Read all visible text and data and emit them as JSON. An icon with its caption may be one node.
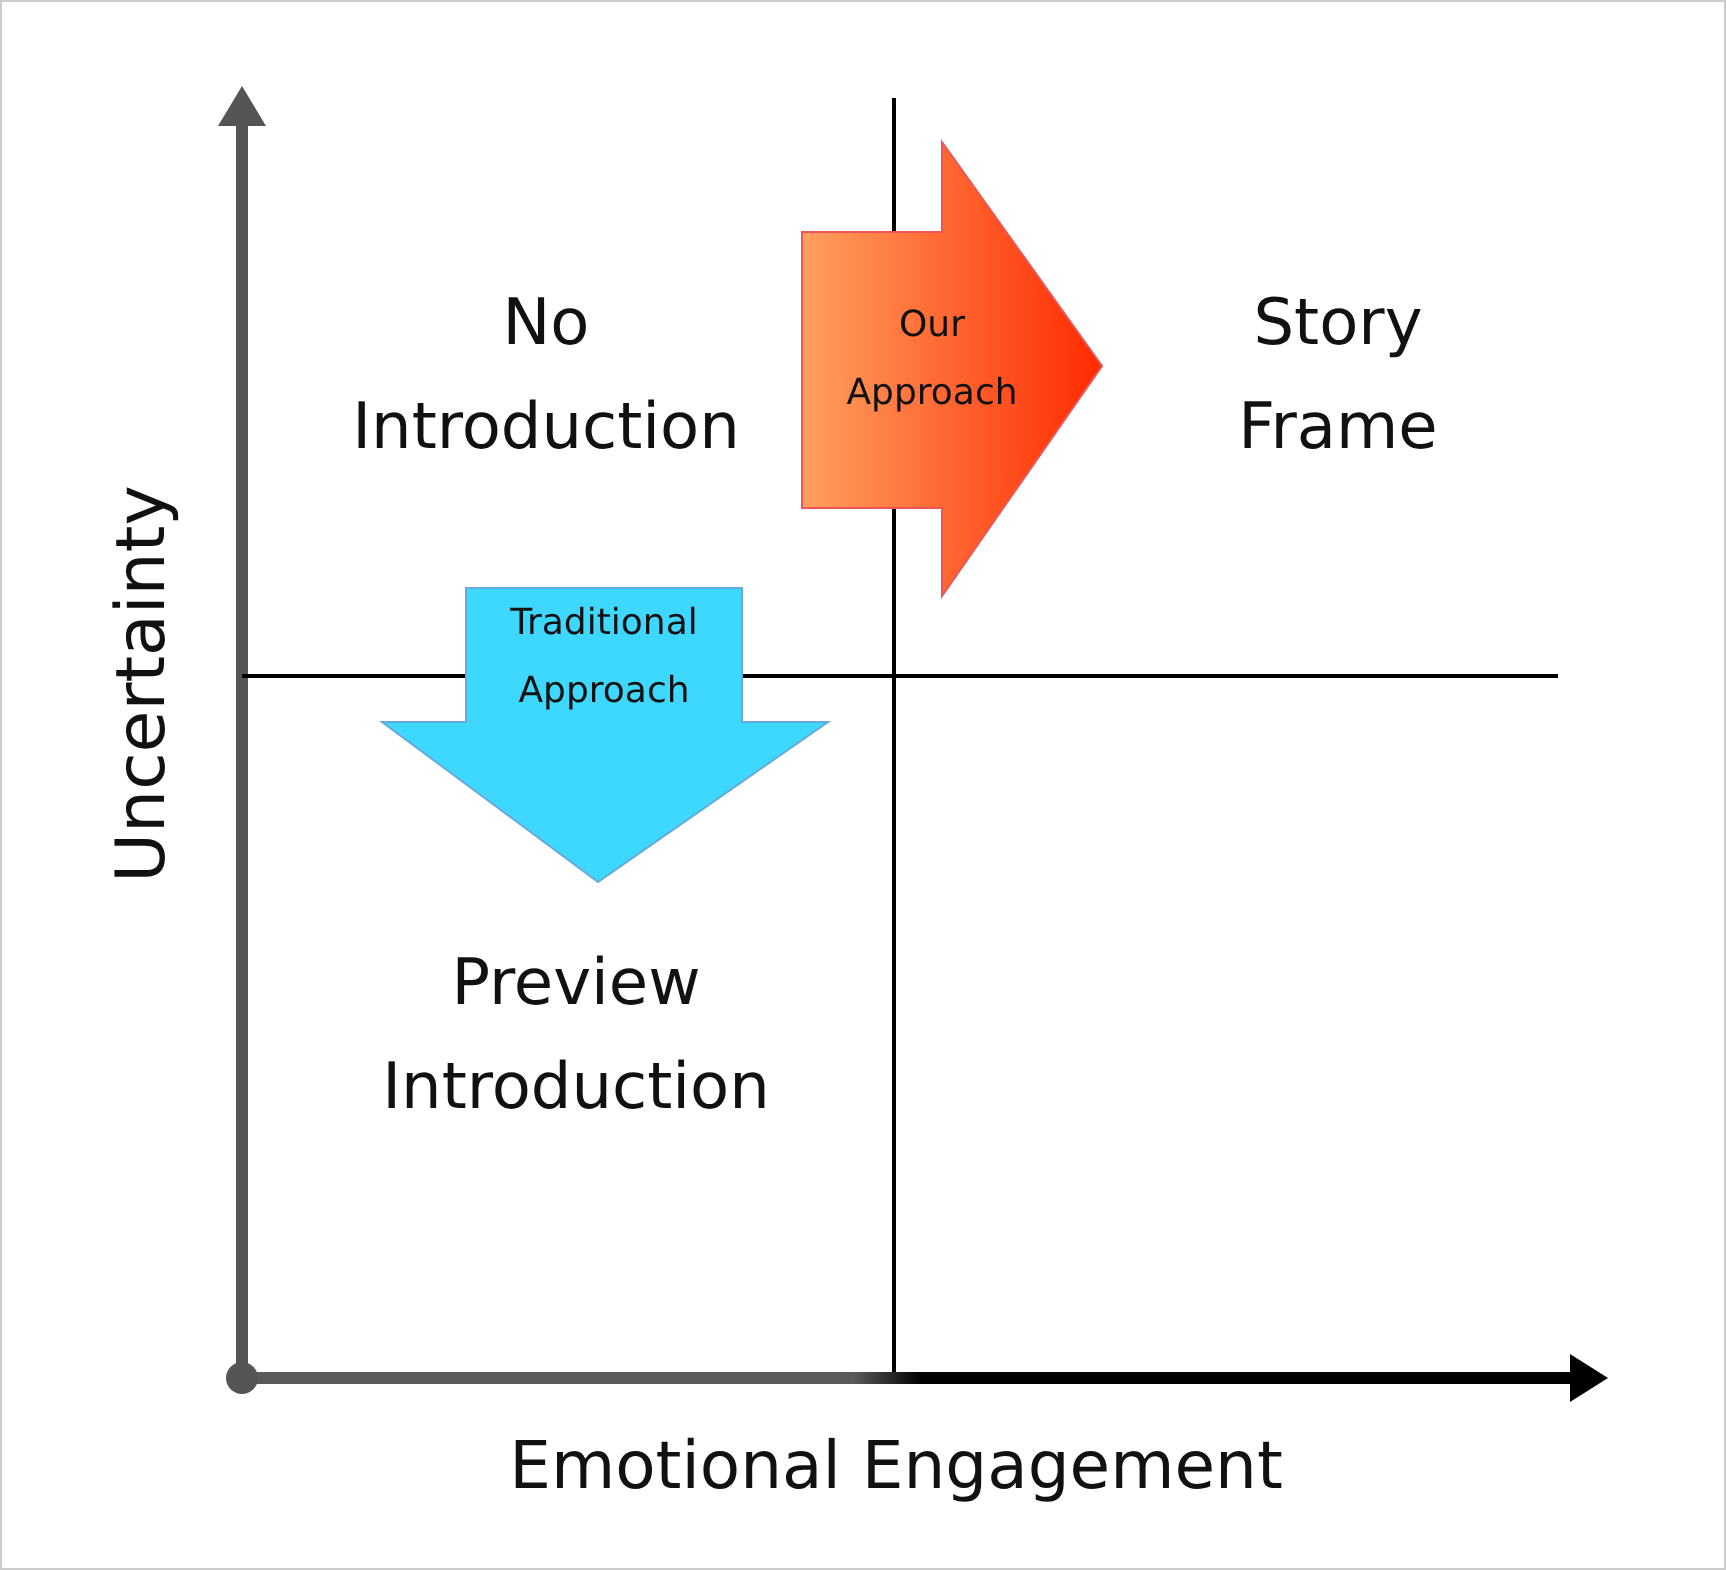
{
  "diagram": {
    "nodes": [
      {
        "text": [
          "Our Approach"
        ]
      },
      {
        "text": [
          "Traditional Approach"
        ]
      }
    ],
    "labels": [
      "No Introduction",
      "Story Frame",
      "Preview Introduction",
      "Uncertainty",
      "Emotional Engagement"
    ]
  }
}
